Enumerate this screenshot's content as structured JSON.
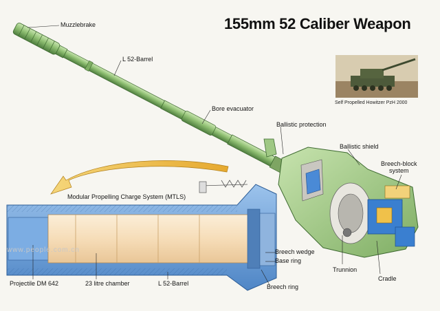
{
  "title": "155mm 52 Caliber Weapon",
  "photo": {
    "caption": "Self Propelled Howitzer PzH 2000"
  },
  "labels": {
    "muzzlebrake": "Muzzlebrake",
    "barrel_top": "L 52-Barrel",
    "bore_evacuator": "Bore evacuator",
    "ballistic_protection": "Ballistic protection",
    "ballistic_shield": "Ballistic shield",
    "breech_block_system": "Breech-block\nsystem",
    "mtls": "Modular Propelling Charge System (MTLS)",
    "breech_wedge": "Breech wedge",
    "base_ring": "Base ring",
    "breech_ring": "Breech ring",
    "trunnion": "Trunnion",
    "cradle": "Cradle",
    "projectile": "Projectile DM 642",
    "chamber": "23 litre chamber",
    "barrel_bottom": "L 52-Barrel"
  },
  "watermark": "www.people.com.cn",
  "colors": {
    "barrel_green": "#8fbf72",
    "barrel_dark": "#4e7d3e",
    "section_blue": "#6f9fd6",
    "section_blue_dark": "#3d6ea8",
    "chamber_cream": "#f6ddb8",
    "arrow_yellow": "#f0c14a",
    "mount_green": "#a9cf8d",
    "internal_blue": "#3a7fd0"
  }
}
